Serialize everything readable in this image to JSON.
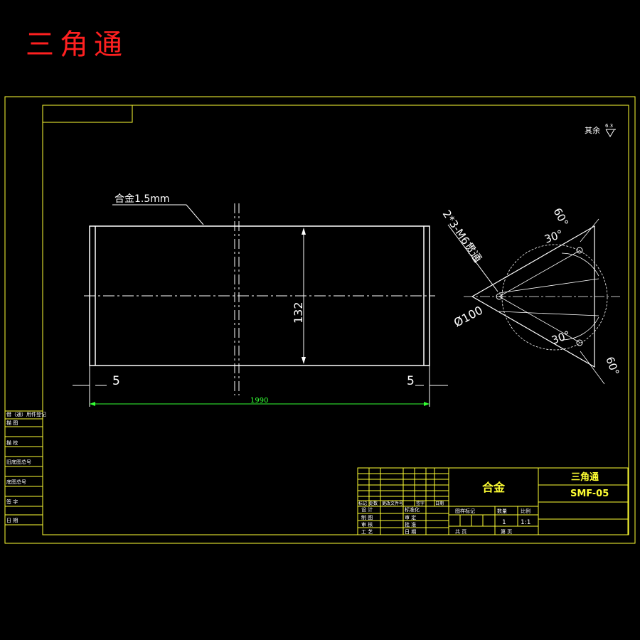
{
  "drawing": {
    "title_overlay": "三角通",
    "surface_note": "其余",
    "surface_value": "6.3",
    "material_callout": "合金1.5mm",
    "dim_height": "132",
    "dim_left_gap": "5",
    "dim_right_gap": "5",
    "dim_length": "1990",
    "hole_callout": "2*3-M6贯通",
    "diameter_dim": "Ø100",
    "angle_top": "60°",
    "angle_upper": "30°",
    "angle_lower": "30°",
    "angle_bottom": "60°"
  },
  "side_table": {
    "rows": [
      "借（通）用件登记",
      "描  图",
      "描  校",
      "旧底图总号",
      "底图总号",
      "签  字",
      "日  期"
    ]
  },
  "title_block": {
    "material": "合金",
    "part_name": "三角通",
    "part_code": "SMF-05",
    "revision_headers": [
      "标记",
      "处数",
      "更改文件号",
      "签字",
      "日期"
    ],
    "design_rows": [
      {
        "left": "设 计",
        "right": "标准化"
      },
      {
        "left": "制 图",
        "right": "审 定"
      },
      {
        "left": "审 核",
        "right": "批 准"
      },
      {
        "left": "工 艺",
        "right": "日 期"
      }
    ],
    "stage_label": "图样标记",
    "quantity_label": "数量",
    "scale_label": "比例",
    "quantity": "1",
    "scale": "1:1",
    "sheet_total": "共    页",
    "sheet_number": "第    页"
  },
  "colors": {
    "frame": "#ffff33",
    "geometry": "#ffffff",
    "dimension": "#33ff33",
    "title_overlay": "#ff2020"
  }
}
